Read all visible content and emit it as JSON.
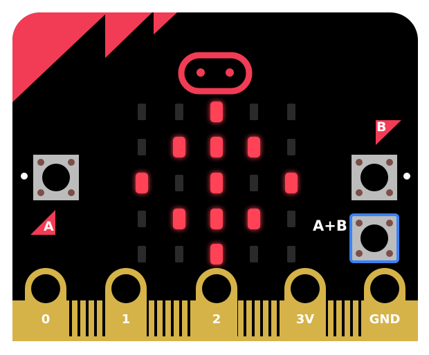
{
  "board": {
    "body_color": "#000000",
    "accent_color": "#f23c55",
    "pin_color": "#d5b349",
    "button_body_color": "#bcbcbc",
    "led_on_color": "#ff4255",
    "led_off_color": "#2a2a2a",
    "highlight_color": "#3b82f6"
  },
  "leds": [
    [
      0,
      0,
      1,
      0,
      0
    ],
    [
      0,
      1,
      1,
      1,
      0
    ],
    [
      1,
      0,
      1,
      0,
      1
    ],
    [
      0,
      1,
      1,
      1,
      0
    ],
    [
      0,
      0,
      1,
      0,
      0
    ]
  ],
  "buttons": {
    "a_label": "A",
    "b_label": "B",
    "ab_label": "A+B"
  },
  "pins": [
    {
      "label": "0"
    },
    {
      "label": "1"
    },
    {
      "label": "2"
    },
    {
      "label": "3V"
    },
    {
      "label": "GND"
    }
  ]
}
